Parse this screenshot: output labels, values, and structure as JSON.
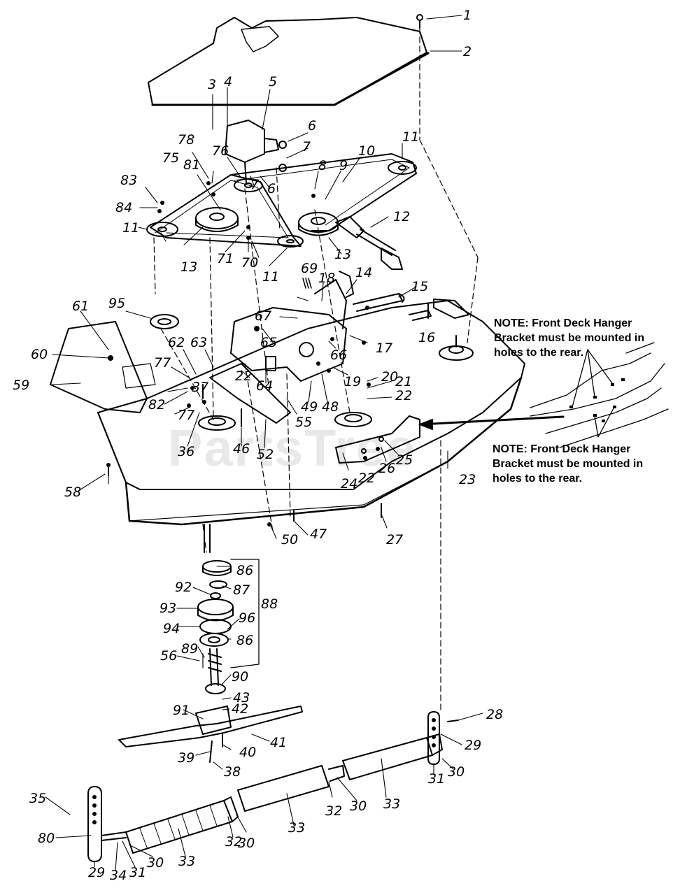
{
  "diagram": {
    "watermark": "PartsTree",
    "notes": [
      {
        "lines": [
          "NOTE: Front Deck Hanger",
          "Bracket must be mounted in",
          "holes to the rear."
        ]
      },
      {
        "lines": [
          "NOTE: Front Deck Hanger",
          "Bracket must be mounted in",
          "holes to the rear."
        ]
      }
    ],
    "callouts": [
      "1",
      "2",
      "3",
      "4",
      "5",
      "6",
      "6",
      "7",
      "7",
      "8",
      "9",
      "10",
      "11",
      "11",
      "11",
      "12",
      "13",
      "13",
      "14",
      "15",
      "16",
      "17",
      "18",
      "19",
      "20",
      "21",
      "22",
      "22",
      "22",
      "23",
      "24",
      "25",
      "26",
      "27",
      "28",
      "29",
      "29",
      "30",
      "30",
      "30",
      "30",
      "31",
      "31",
      "32",
      "32",
      "33",
      "33",
      "33",
      "33",
      "34",
      "35",
      "36",
      "37",
      "38",
      "39",
      "40",
      "41",
      "42",
      "43",
      "46",
      "47",
      "48",
      "49",
      "50",
      "52",
      "55",
      "56",
      "58",
      "59",
      "60",
      "61",
      "62",
      "63",
      "64",
      "65",
      "66",
      "67",
      "69",
      "70",
      "71",
      "75",
      "76",
      "77",
      "77",
      "78",
      "80",
      "81",
      "82",
      "83",
      "84",
      "86",
      "86",
      "87",
      "88",
      "89",
      "90",
      "91",
      "92",
      "93",
      "94",
      "95",
      "96"
    ]
  }
}
